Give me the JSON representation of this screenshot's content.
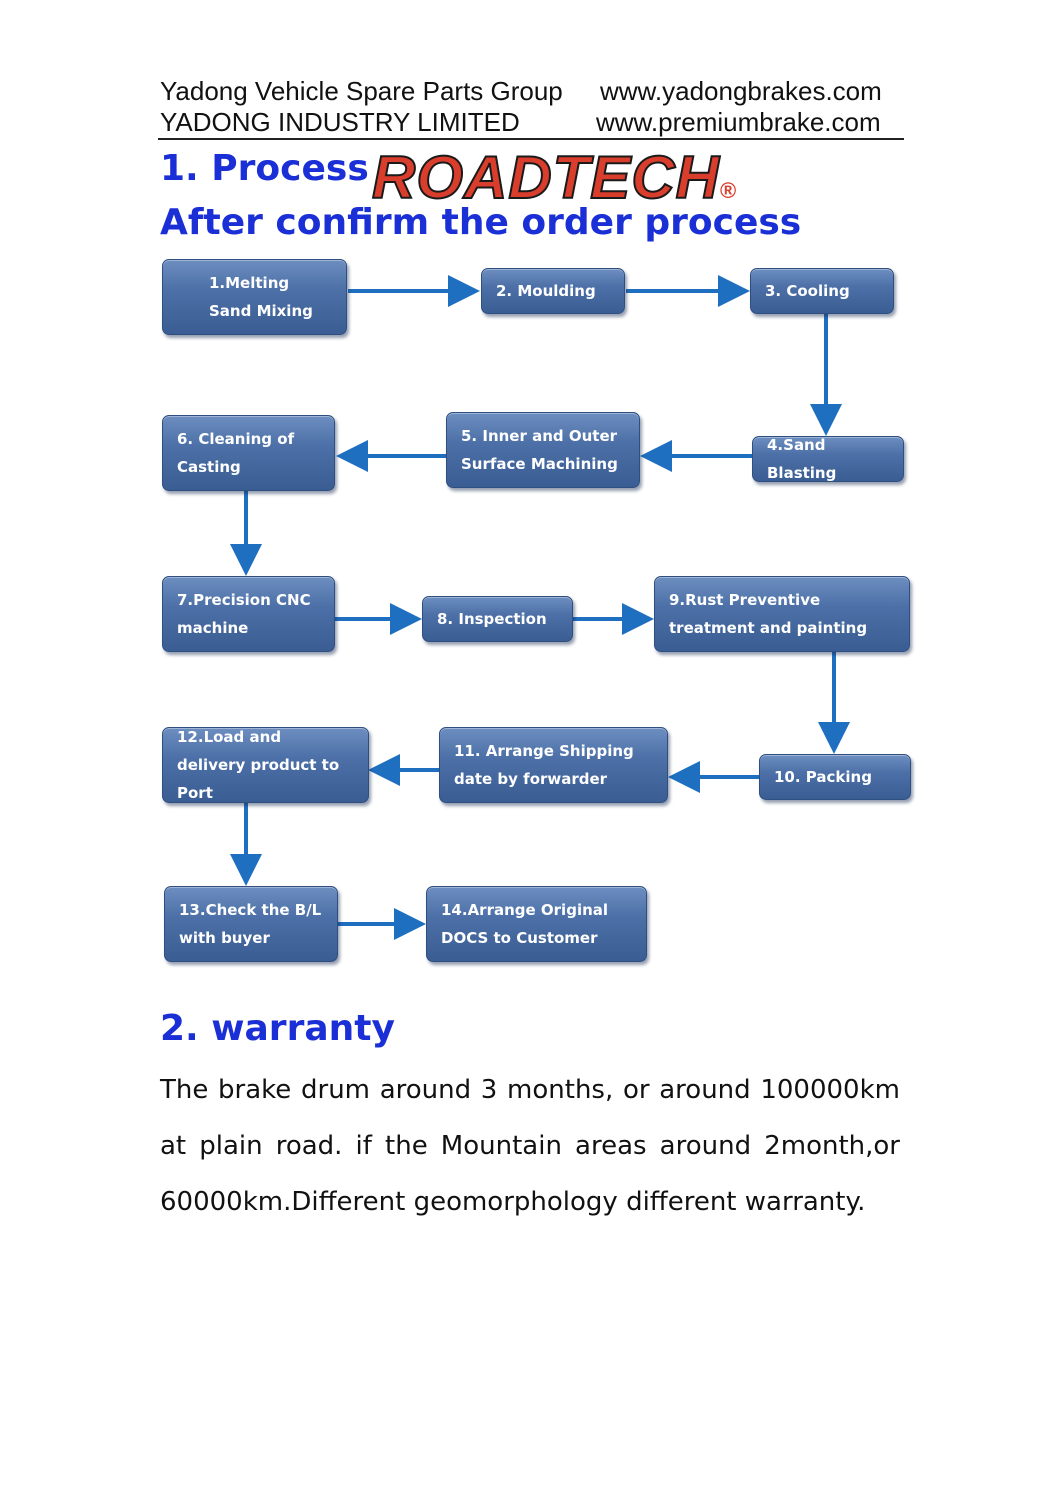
{
  "header": {
    "company_line1": "Yadong Vehicle Spare Parts Group",
    "company_line2": "YADONG INDUSTRY LIMITED",
    "website1": "www.yadongbrakes.com",
    "website2": "www.premiumbrake.com"
  },
  "section1": {
    "title": "1.   Process",
    "logo_text": "ROADTECH",
    "logo_mark": "®",
    "subtitle": "After confirm the order process"
  },
  "flow": {
    "arrow_color": "#1f6fc0",
    "box_color": "#4c70a7",
    "steps": [
      {
        "id": "s1",
        "label": "1.Melting Sand Mixing"
      },
      {
        "id": "s2",
        "label": "2. Moulding"
      },
      {
        "id": "s3",
        "label": "3. Cooling"
      },
      {
        "id": "s4",
        "label": "4.Sand Blasting"
      },
      {
        "id": "s5",
        "label": "5.  Inner  and  Outer Surface Machining"
      },
      {
        "id": "s6",
        "label": "6. Cleaning of Casting"
      },
      {
        "id": "s7",
        "label": "7.Precision     CNC machine"
      },
      {
        "id": "s8",
        "label": "8. Inspection"
      },
      {
        "id": "s9",
        "label": "9.Rust Preventive treatment and painting"
      },
      {
        "id": "s10",
        "label": "10. Packing"
      },
      {
        "id": "s11",
        "label": "11.    Arrange    Shipping date    by    forwarder"
      },
      {
        "id": "s12",
        "label": "12.Load  and  delivery product    to Port"
      },
      {
        "id": "s13",
        "label": "13.Check  the  B/L with buyer"
      },
      {
        "id": "s14",
        "label": "14.Arrange        Original DOCS to Customer"
      }
    ],
    "connections": [
      [
        "s1",
        "s2"
      ],
      [
        "s2",
        "s3"
      ],
      [
        "s3",
        "s4"
      ],
      [
        "s4",
        "s5"
      ],
      [
        "s5",
        "s6"
      ],
      [
        "s6",
        "s7"
      ],
      [
        "s7",
        "s8"
      ],
      [
        "s8",
        "s9"
      ],
      [
        "s9",
        "s10"
      ],
      [
        "s10",
        "s11"
      ],
      [
        "s11",
        "s12"
      ],
      [
        "s12",
        "s13"
      ],
      [
        "s13",
        "s14"
      ]
    ]
  },
  "section2": {
    "title": "2.   warranty",
    "body": "The brake drum around 3 months, or around 100000km at plain road. if the Mountain areas around 2month,or 60000km.Different geomorphology different warranty."
  }
}
